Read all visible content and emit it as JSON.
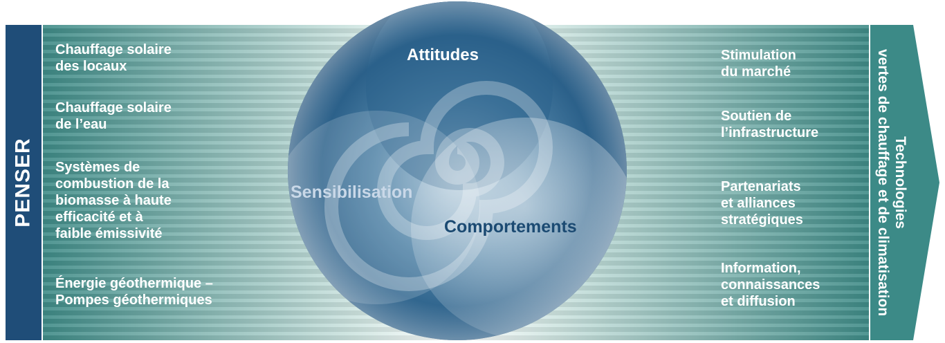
{
  "left_bar": {
    "label": "PENSER"
  },
  "left_items": [
    "Chauffage solaire\ndes locaux",
    "Chauffage solaire\nde l’eau",
    "Systèmes de\ncombustion de la\nbiomasse à haute\nefficacité et à\nfaible émissivité",
    "Énergie géothermique –\nPompes géothermiques"
  ],
  "circle": {
    "labels": {
      "top": "Attitudes",
      "left": "Sensibilisation",
      "right": "Comportements"
    }
  },
  "right_items": [
    "Stimulation\ndu marché",
    "Soutien de\nl’infrastructure",
    "Partenariats\net alliances\nstratégiques",
    "Information,\nconnaissances\net diffusion"
  ],
  "arrow": {
    "line1": "Technologies",
    "line2": "vertes de chauffage et de climatisation"
  },
  "colors": {
    "dark_blue": "#1f4d78",
    "teal": "#3c8a87",
    "white": "#ffffff",
    "light_label": "#c9d8e8",
    "comportements_text": "#1b4a72"
  }
}
